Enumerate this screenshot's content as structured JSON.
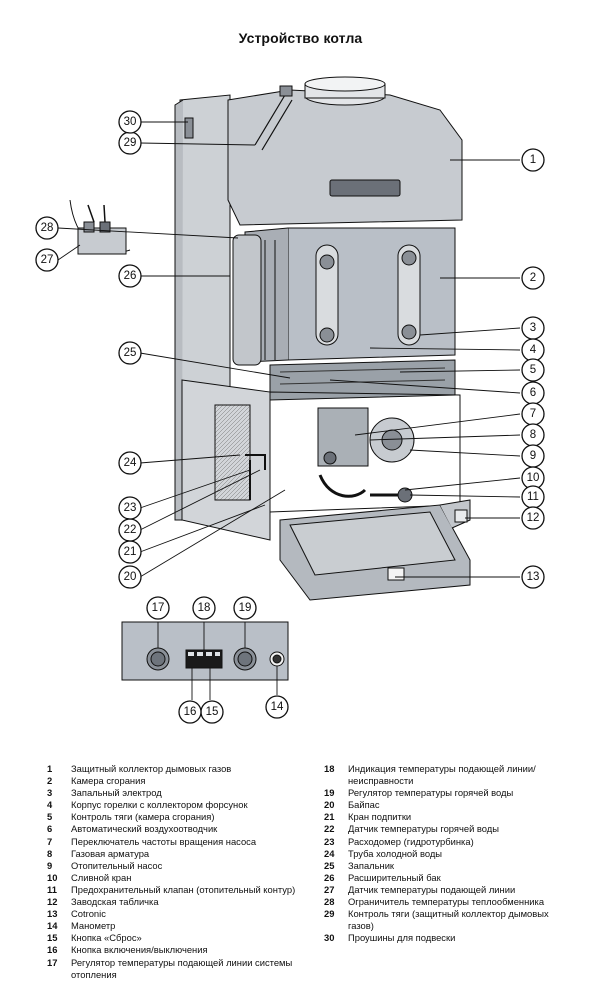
{
  "title": "Устройство котла",
  "callout_numbers": [
    "1",
    "2",
    "3",
    "4",
    "5",
    "6",
    "7",
    "8",
    "9",
    "10",
    "11",
    "12",
    "13",
    "14",
    "15",
    "16",
    "17",
    "18",
    "19",
    "20",
    "21",
    "22",
    "23",
    "24",
    "25",
    "26",
    "27",
    "28",
    "29",
    "30"
  ],
  "legend": {
    "left": [
      {
        "num": "1",
        "text": "Защитный коллектор дымовых газов"
      },
      {
        "num": "2",
        "text": "Камера сгорания"
      },
      {
        "num": "3",
        "text": "Запальный электрод"
      },
      {
        "num": "4",
        "text": "Корпус горелки с коллектором форсунок"
      },
      {
        "num": "5",
        "text": "Контроль тяги (камера сгорания)"
      },
      {
        "num": "6",
        "text": "Автоматический воздухоотводчик"
      },
      {
        "num": "7",
        "text": "Переключатель частоты вращения насоса"
      },
      {
        "num": "8",
        "text": "Газовая арматура"
      },
      {
        "num": "9",
        "text": "Отопительный насос"
      },
      {
        "num": "10",
        "text": "Сливной кран"
      },
      {
        "num": "11",
        "text": "Предохранительный клапан (отопительный контур)"
      },
      {
        "num": "12",
        "text": "Заводская табличка"
      },
      {
        "num": "13",
        "text": "Cotronic"
      },
      {
        "num": "14",
        "text": "Манометр"
      },
      {
        "num": "15",
        "text": "Кнопка «Сброс»"
      },
      {
        "num": "16",
        "text": "Кнопка включения/выключения"
      },
      {
        "num": "17",
        "text": "Регулятор температуры подающей линии системы отопления"
      }
    ],
    "right": [
      {
        "num": "18",
        "text": "Индикация температуры подающей линии/неисправности"
      },
      {
        "num": "19",
        "text": "Регулятор температуры горячей воды"
      },
      {
        "num": "20",
        "text": "Байпас"
      },
      {
        "num": "21",
        "text": "Кран подпитки"
      },
      {
        "num": "22",
        "text": "Датчик температуры горячей воды"
      },
      {
        "num": "23",
        "text": "Расходомер (гидротурбинка)"
      },
      {
        "num": "24",
        "text": "Труба холодной воды"
      },
      {
        "num": "25",
        "text": "Запальник"
      },
      {
        "num": "26",
        "text": "Расширительный бак"
      },
      {
        "num": "27",
        "text": "Датчик температуры подающей линии"
      },
      {
        "num": "28",
        "text": "Ограничитель температуры теплообменника"
      },
      {
        "num": "29",
        "text": "Контроль тяги (защитный коллектор дымовых газов)"
      },
      {
        "num": "30",
        "text": "Проушины для подвески"
      }
    ]
  },
  "colors": {
    "line": "#111111",
    "panel_fill": "#b9bfc7",
    "metal_fill": "#c7cbd0",
    "dark_metal": "#6b7078",
    "burner_fill": "#9aa1a8"
  }
}
